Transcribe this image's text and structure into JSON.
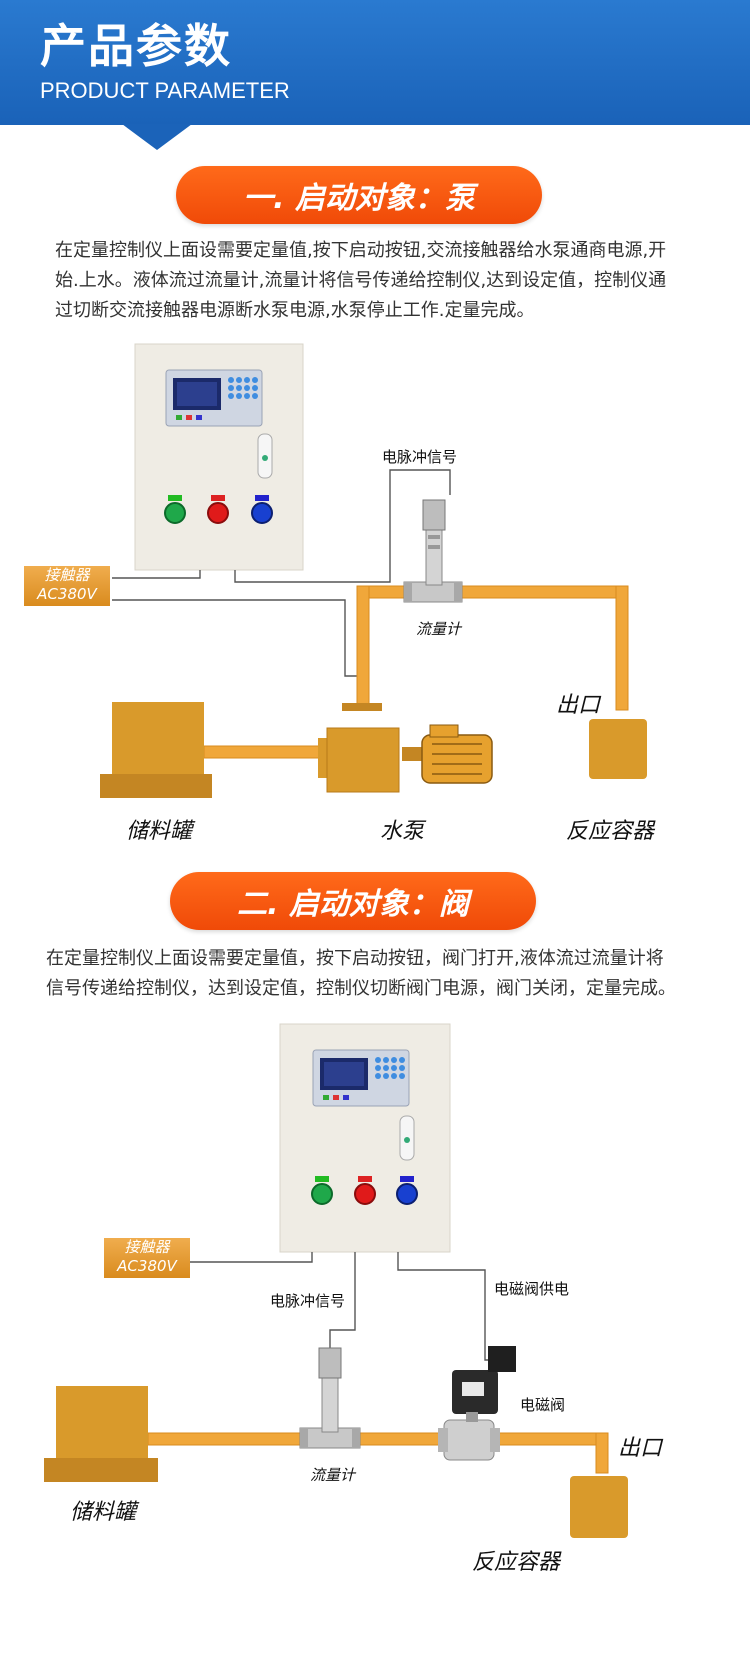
{
  "header": {
    "title": "产品参数",
    "subtitle": "PRODUCT PARAMETER"
  },
  "section1": {
    "heading": "一. 启动对象：泵",
    "description": "在定量控制仪上面设需要定量值,按下启动按钮,交流接触器给水泵通商电源,开始.上水。液体流过流量计,流量计将信号传递给控制仪,达到设定值，控制仪通过切断交流接触器电源断水泵电源,水泵停止工作.定量完成。",
    "contactor": {
      "line1": "接触器",
      "line2": "AC380V"
    },
    "pulse_signal": "电脉冲信号",
    "flowmeter": "流量计",
    "outlet": "出口",
    "tank": "储料罐",
    "pump": "水泵",
    "container": "反应容器"
  },
  "section2": {
    "heading": "二. 启动对象：阀",
    "description": "在定量控制仪上面设需要定量值，按下启动按钮，阀门打开,液体流过流量计将信号传递给控制仪，达到设定值，控制仪切断阀门电源，阀门关闭，定量完成。",
    "contactor": {
      "line1": "接触器",
      "line2": "AC380V"
    },
    "pulse_signal": "电脉冲信号",
    "valve_power": "电磁阀供电",
    "valve": "电磁阀",
    "flowmeter": "流量计",
    "outlet": "出口",
    "tank": "储料罐",
    "container": "反应容器"
  },
  "colors": {
    "header_blue": "#1a66bd",
    "pill_orange": "#f2540c",
    "pipe": "#f0a73a",
    "vessel": "#d99a2b"
  }
}
